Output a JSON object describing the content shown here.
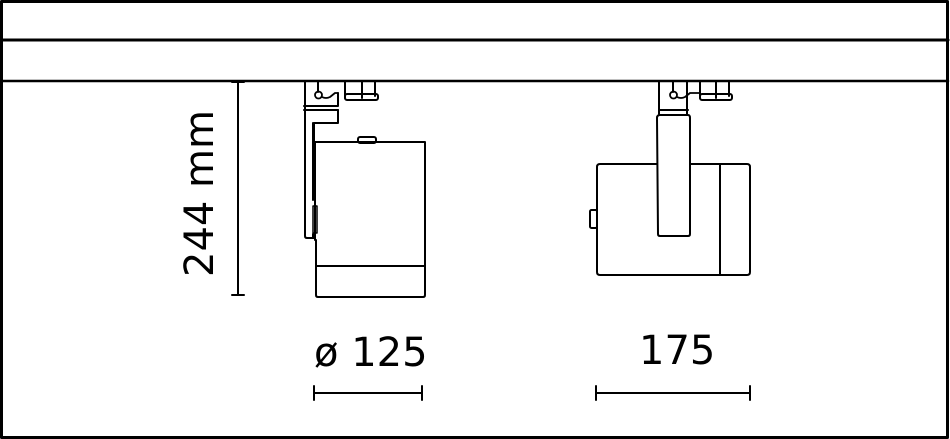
{
  "drawing": {
    "type": "product-dimension-drawing",
    "subject": "track spotlight, front and side view",
    "colors": {
      "line": "#000000",
      "background": "#ffffff"
    },
    "dimensions": {
      "height": {
        "label": "244 mm",
        "value": 244,
        "unit": "mm"
      },
      "diameter": {
        "label": "ø 125",
        "value": 125,
        "symbol": "ø"
      },
      "length": {
        "label": "175",
        "value": 175
      }
    },
    "views": [
      {
        "name": "front-view",
        "description": "cylindrical body with vertical arm"
      },
      {
        "name": "side-view",
        "description": "horizontal body with stem adapter"
      }
    ]
  }
}
